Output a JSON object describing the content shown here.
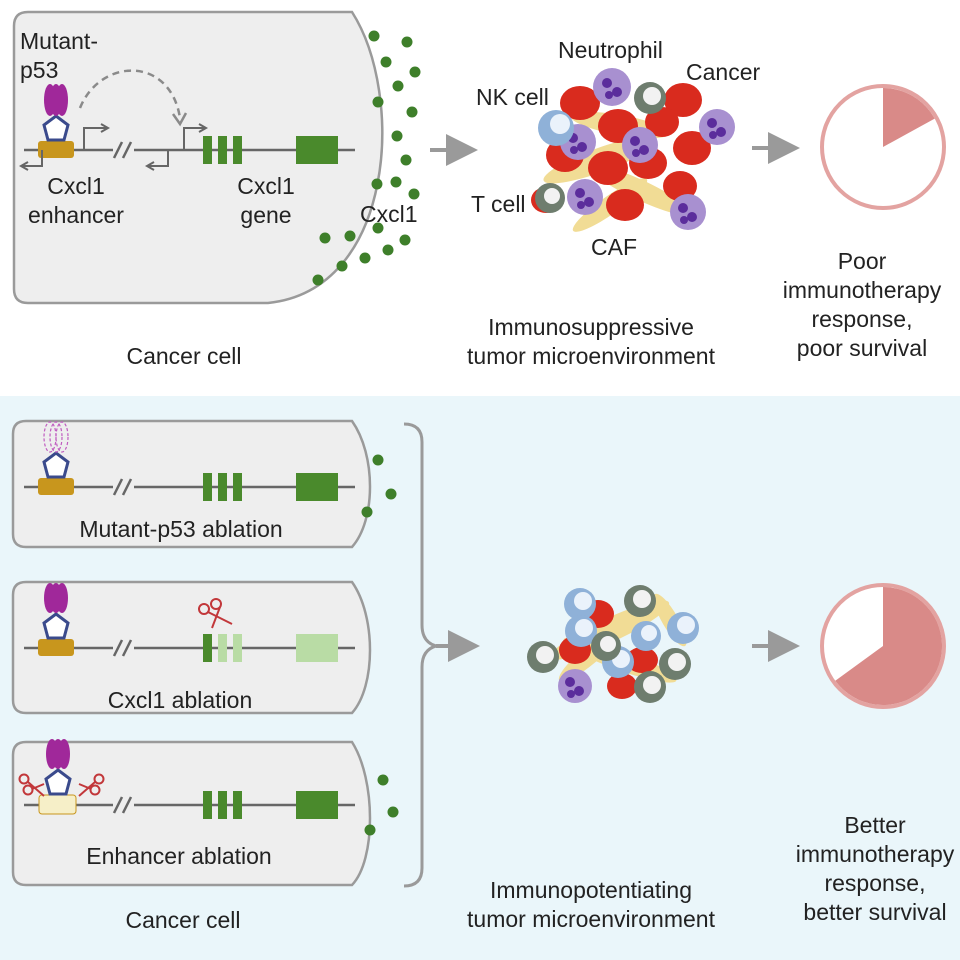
{
  "top": {
    "mutant_p53": "Mutant-\np53",
    "enhancer": "Cxcl1\nenhancer",
    "gene": "Cxcl1\ngene",
    "cxcl1": "Cxcl1",
    "cancer_cell": "Cancer cell",
    "neutrophil": "Neutrophil",
    "cancer": "Cancer",
    "nk_cell": "NK cell",
    "t_cell": "T cell",
    "caf": "CAF",
    "microenv": "Immunosuppressive\ntumor microenvironment",
    "outcome": "Poor\nimmunotherapy\nresponse,\npoor survival",
    "survival_fraction": 0.17
  },
  "bottom": {
    "ablation_1": "Mutant-p53 ablation",
    "ablation_2": "Cxcl1 ablation",
    "ablation_3": "Enhancer ablation",
    "cancer_cell": "Cancer cell",
    "microenv": "Immunopotentiating\ntumor microenvironment",
    "outcome": "Better\nimmunotherapy\nresponse,\nbetter survival",
    "survival_fraction": 0.65
  },
  "colors": {
    "gene_green": "#4a8a2c",
    "gene_green_light": "#b9dca5",
    "dot_green": "#3e7f2a",
    "p53_magenta": "#a0289a",
    "enhancer_gold": "#c8961d",
    "enhancer_pale": "#f6efc8",
    "pentagon_navy": "#3a4a8c",
    "pie_fill": "#d98a88",
    "pie_ring": "#e3a3a1",
    "arrow_gray": "#9a9a9a",
    "cell_border": "#9a9a9a",
    "cell_fill": "#eeeeee",
    "bottom_bg": "#eaf6fa",
    "cancer_red": "#d92b1e",
    "neutrophil_purple": "#a890d0",
    "nk_blue": "#8fb1d8",
    "t_gray": "#6e7d6e",
    "caf_yellow": "#f1dc95"
  }
}
